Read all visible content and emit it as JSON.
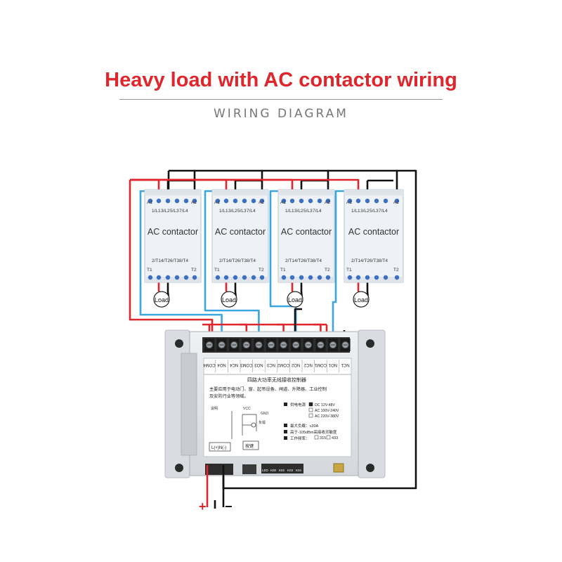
{
  "header": {
    "title": "Heavy load with AC contactor wiring",
    "subtitle": "WIRING DIAGRAM"
  },
  "contactor": {
    "name": "AC contactor",
    "top_terminals": [
      "A1",
      "1/L1",
      "3/L2",
      "5/L3",
      "7/L4",
      "A2"
    ],
    "bottom_terminals": [
      "2/T1",
      "4/T2",
      "6/T3",
      "8/T4"
    ],
    "t1": "T1",
    "t2": "T2",
    "load_label": "Load"
  },
  "controller": {
    "terminals": [
      "COM4",
      "NO4",
      "NC4",
      "COM3",
      "NO3",
      "NC3",
      "COM2",
      "NO2",
      "NC2",
      "COM1",
      "NO1",
      "NC1"
    ],
    "name": "四路大功率无线接收控制器",
    "desc_line1": "主要应用于电动门、窗、起吊设备、闸道、升降器、工业控制",
    "desc_line2": "及安防行业等领域。",
    "note_label": "说明",
    "vcc": "VCC",
    "gnd": "GND",
    "load_small": "负载",
    "power_label": "供电电源",
    "power_options": [
      "DC 12V-48V",
      "AC 100V-240V",
      "AC 220V-380V"
    ],
    "max_load": "最大负载：≤30A",
    "sensitivity": "高于-105dBm高接收灵敏度",
    "freq_label": "工作频率：",
    "freq_options": [
      "315",
      "433"
    ],
    "ln_label": "L(+)N(-)",
    "button_label": "按键",
    "bottom_labels": [
      "LED",
      "K00",
      "K02",
      "K03",
      "K04"
    ]
  },
  "supply": {
    "plus": "+",
    "minus": "−"
  },
  "colors": {
    "red_wire": "#e0262d",
    "black_wire": "#111111",
    "blue_wire": "#3aa6df",
    "title": "#e0262d"
  }
}
